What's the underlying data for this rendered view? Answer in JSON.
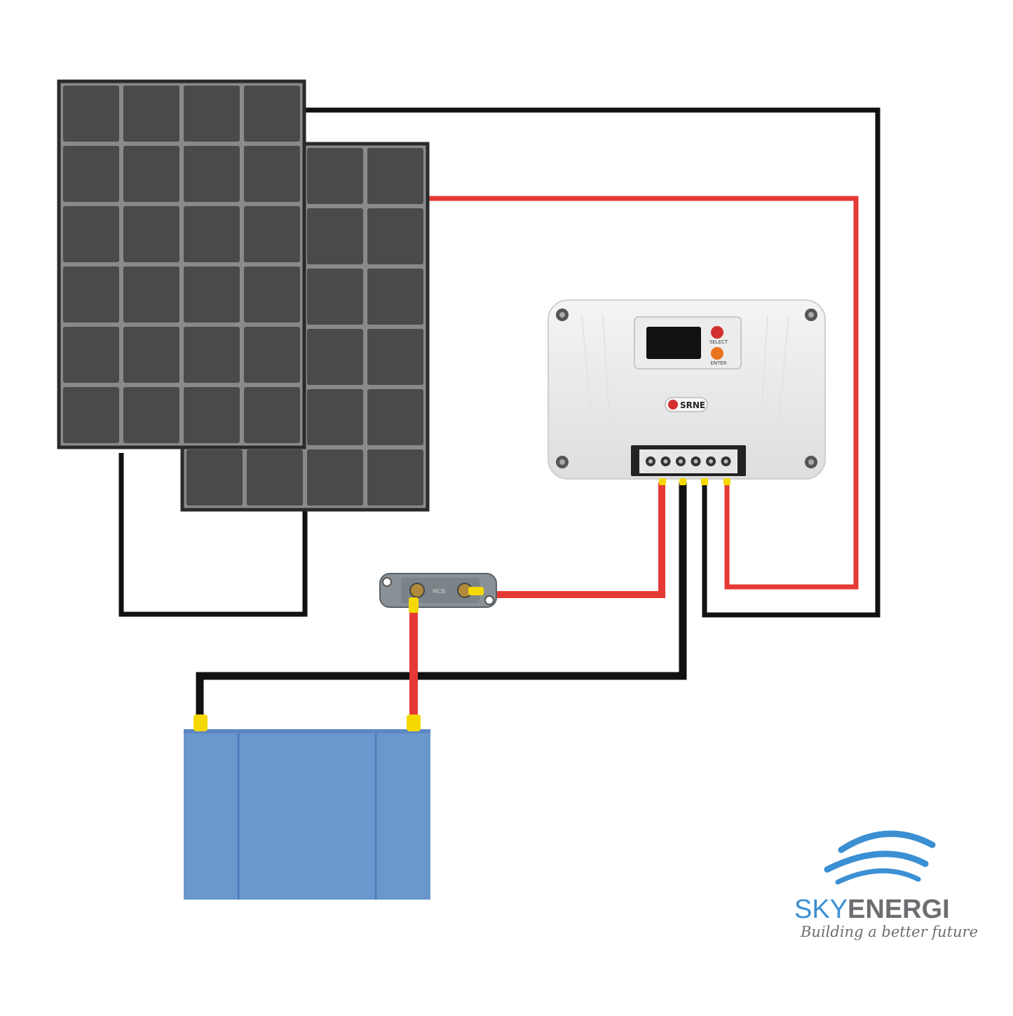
{
  "controller": {
    "brand": "SRNE",
    "select_label": "SELECT",
    "enter_label": "ENTER"
  },
  "fuse": {
    "label": "MCB"
  },
  "logo": {
    "name_part1": "SKY",
    "name_part2": "ENERGI",
    "tagline": "Building a better future"
  },
  "colors": {
    "wire_positive": "#e53935",
    "wire_negative": "#111111",
    "panel_cell": "#4a4a4a",
    "panel_frame": "#2a2a2a",
    "battery": "#6a97cc",
    "terminal": "#f5d800",
    "logo_blue": "#3b8fd3",
    "logo_grey": "#6d6e71"
  }
}
